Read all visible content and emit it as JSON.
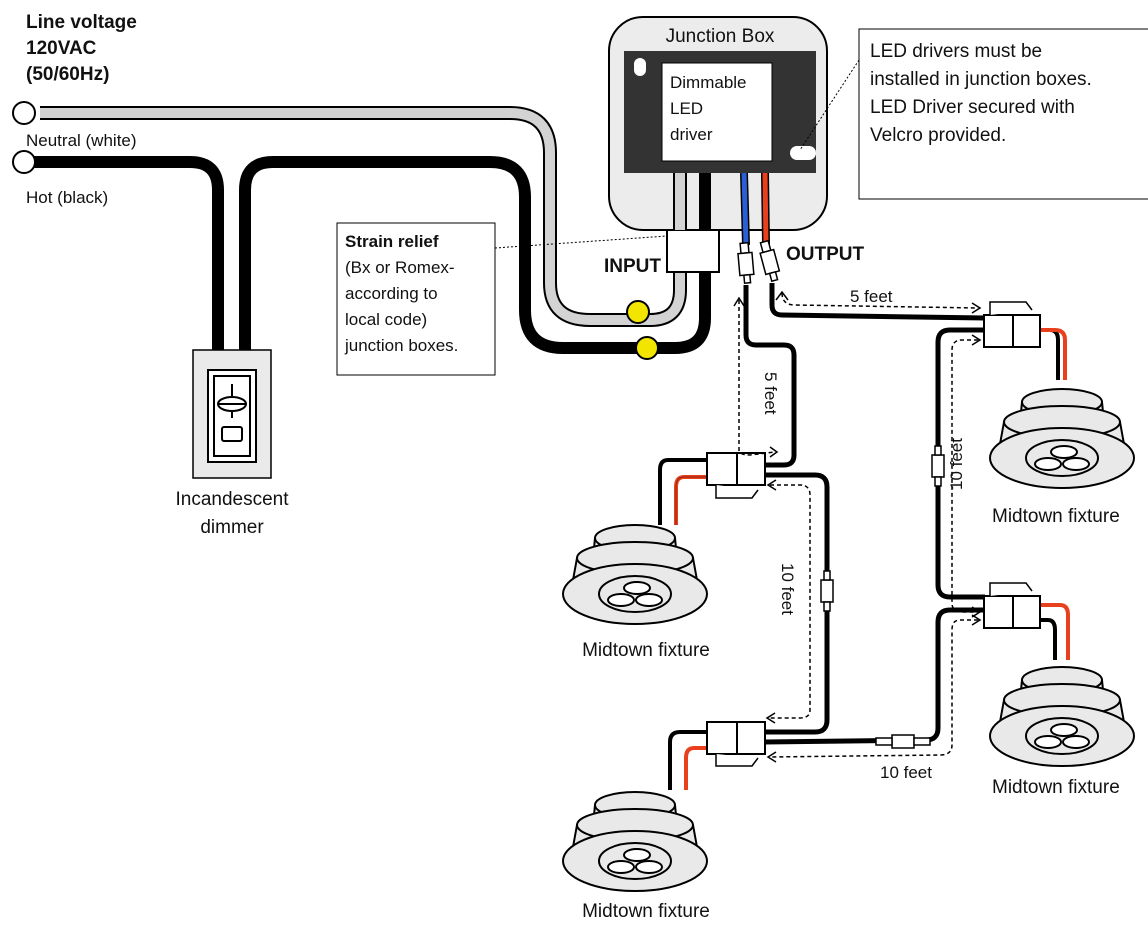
{
  "line_voltage": {
    "line1": "Line voltage",
    "line2": "120VAC",
    "line3": "(50/60Hz)"
  },
  "neutral_label": "Neutral (white)",
  "hot_label": "Hot (black)",
  "junction_box": {
    "title": "Junction Box",
    "driver_line1": "Dimmable",
    "driver_line2": "LED",
    "driver_line3": "driver"
  },
  "note_box": {
    "line1": "LED drivers must be",
    "line2": "installed in junction boxes.",
    "line3": "LED Driver secured with",
    "line4": "Velcro provided."
  },
  "strain_relief": {
    "title": "Strain relief",
    "line1": "(Bx or Romex-",
    "line2": "according to",
    "line3": "local code)",
    "line4": "junction boxes."
  },
  "input_label": "INPUT",
  "output_label": "OUTPUT",
  "dimmer": {
    "line1": "Incandescent",
    "line2": "dimmer"
  },
  "distances": {
    "d_right_top": "5 feet",
    "d_left_vertical": "5 feet",
    "d_right_vertical": "10 feet",
    "d_left_middle": "10 feet",
    "d_bottom": "10 feet"
  },
  "fixtures": {
    "f1": "Midtown fixture",
    "f2": "Midtown fixture",
    "f3": "Midtown fixture",
    "f4": "Midtown fixture"
  },
  "colors": {
    "hot_wire": "#000000",
    "neutral_wire": "#d3d3d3",
    "red_wire": "#e8401c",
    "blue_wire": "#2a5fd6",
    "wire_nut": "#f2e600",
    "driver_box": "#333333"
  }
}
